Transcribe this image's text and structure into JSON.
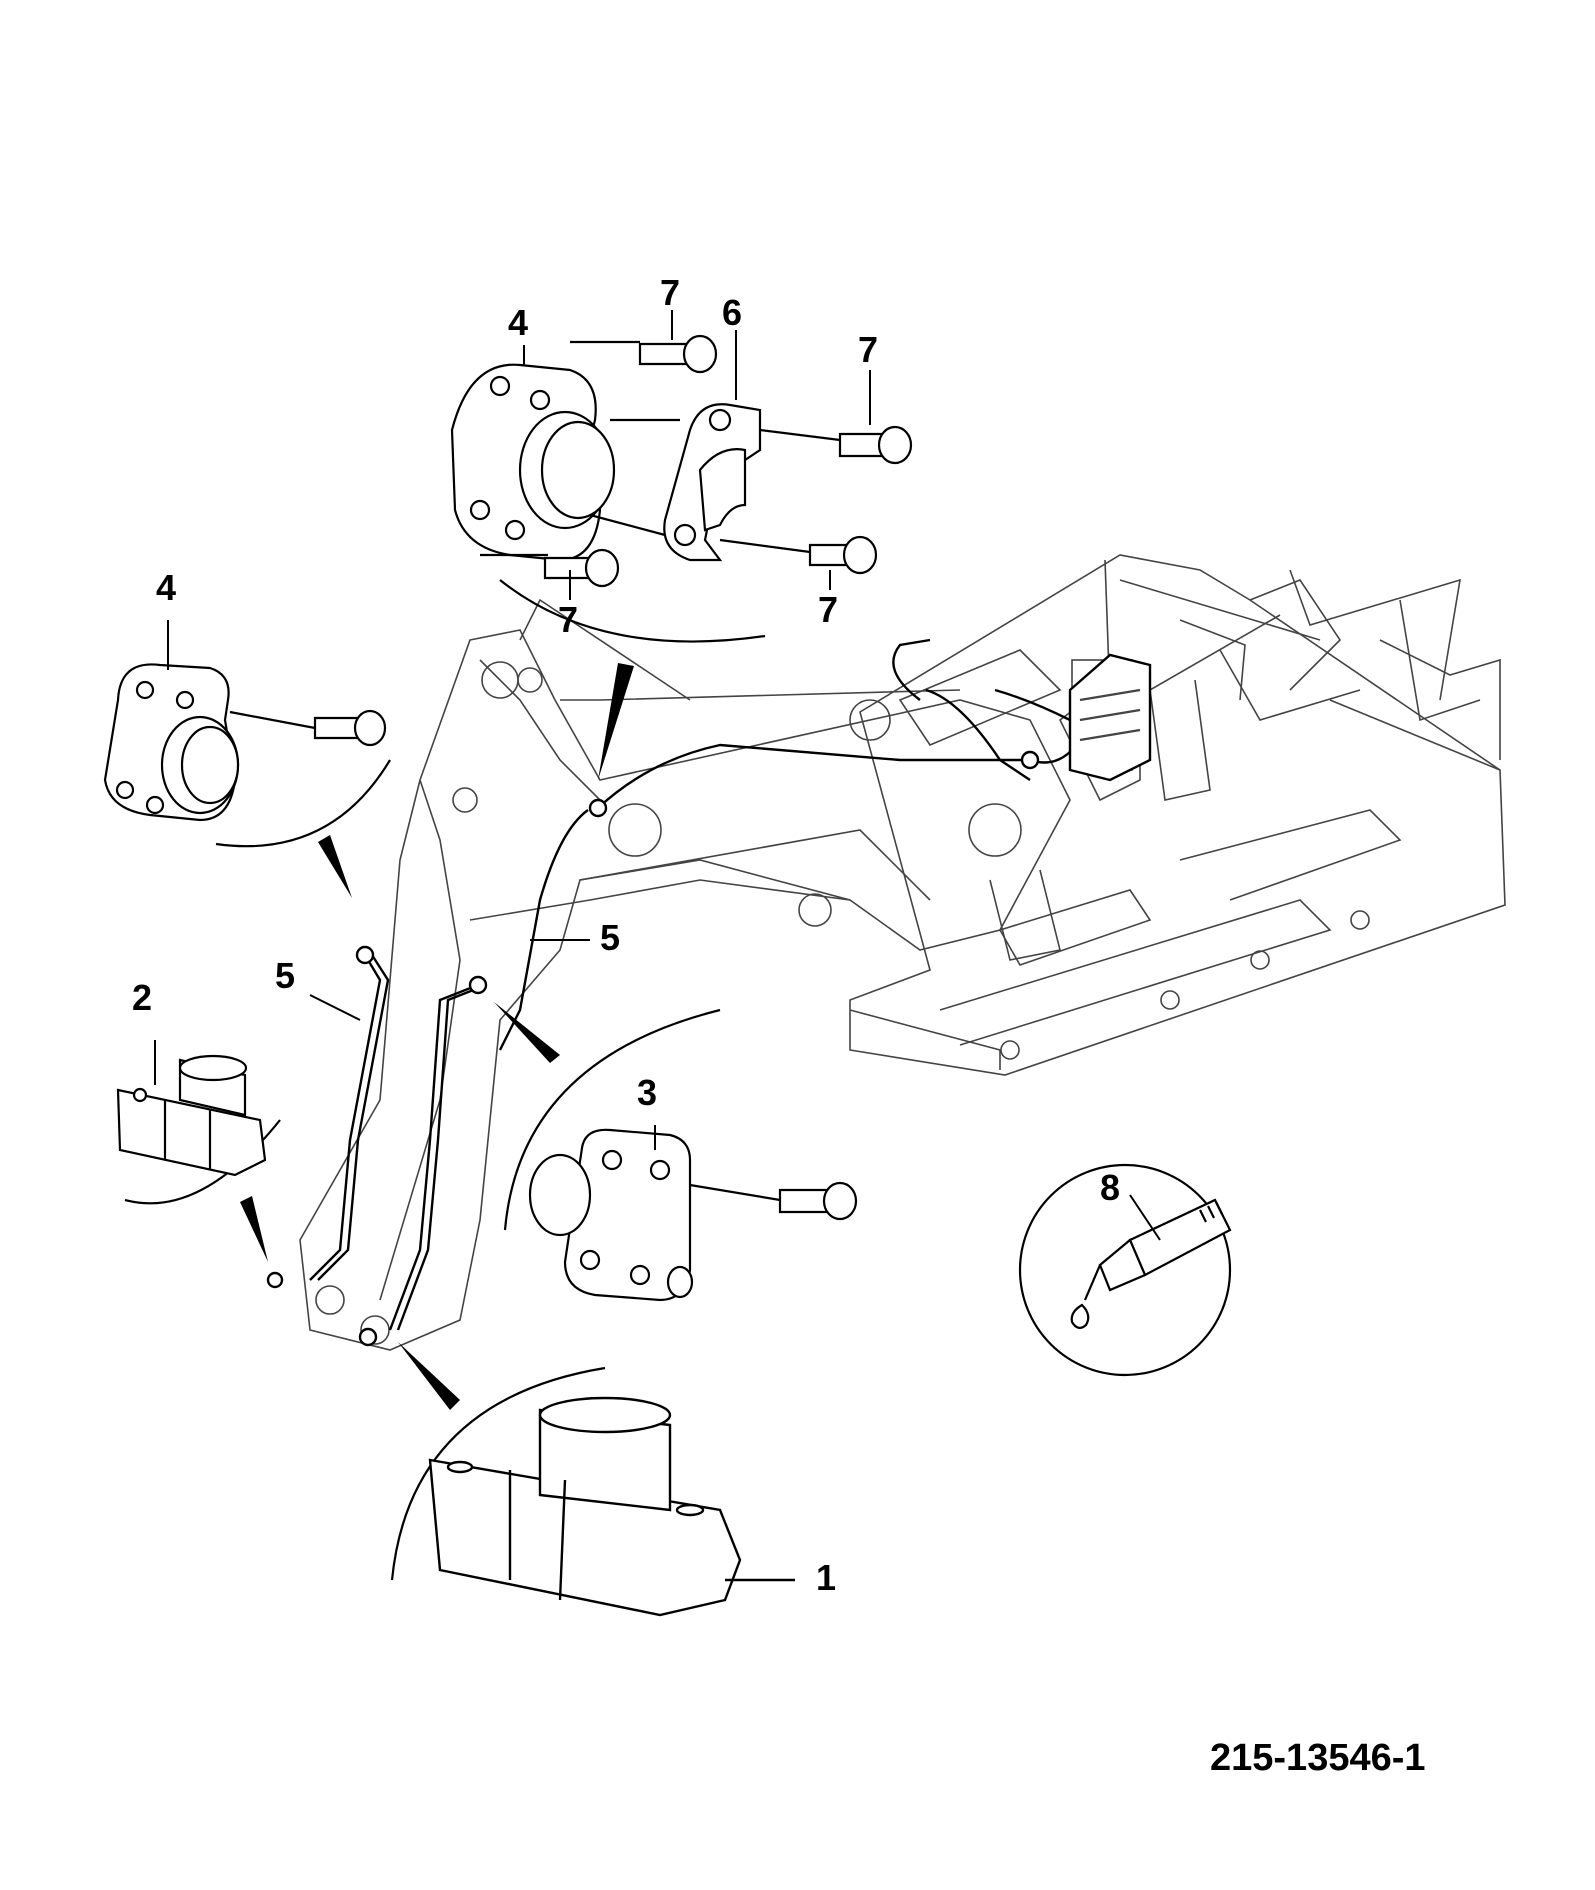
{
  "drawing_number": "215-13546-1",
  "callouts": [
    "1",
    "2",
    "3",
    "4",
    "4",
    "5",
    "5",
    "6",
    "7",
    "7",
    "7",
    "7",
    "8"
  ],
  "colors": {
    "ink": "#000000",
    "paper": "#ffffff"
  }
}
